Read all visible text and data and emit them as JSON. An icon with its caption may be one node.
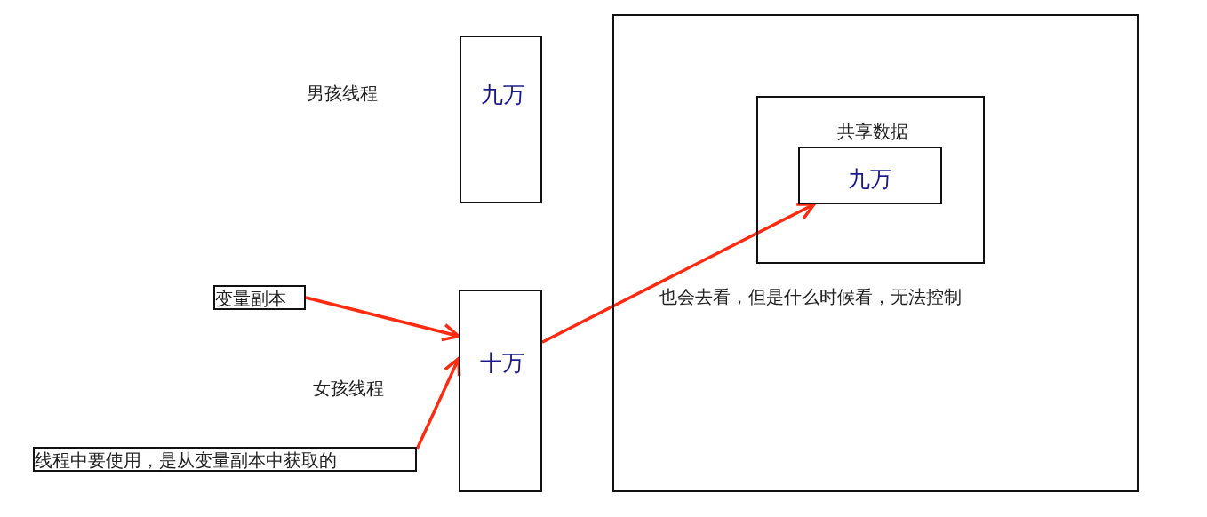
{
  "diagram": {
    "nodes": [
      {
        "text": [
          "九万"
        ]
      },
      {
        "text": [
          "十万"
        ]
      },
      {
        "text": [],
        "shape": "box"
      },
      {
        "text": [
          "共享数据"
        ],
        "in": 2
      },
      {
        "text": [
          "九万"
        ],
        "in": 3
      },
      {
        "text": [
          "变量副本"
        ]
      },
      {
        "text": [
          "线程中要使用，是从变量副本中获取的"
        ]
      }
    ],
    "edges": [
      {
        "from": 5,
        "to": 1,
        "arrow": "to"
      },
      {
        "from": 6,
        "to": 1,
        "arrow": "to"
      },
      {
        "from": 1,
        "to": 4,
        "arrow": "to"
      }
    ],
    "labels": [
      "男孩线程",
      "也会去看，但是什么时候看，无法控制",
      "女孩线程"
    ]
  }
}
